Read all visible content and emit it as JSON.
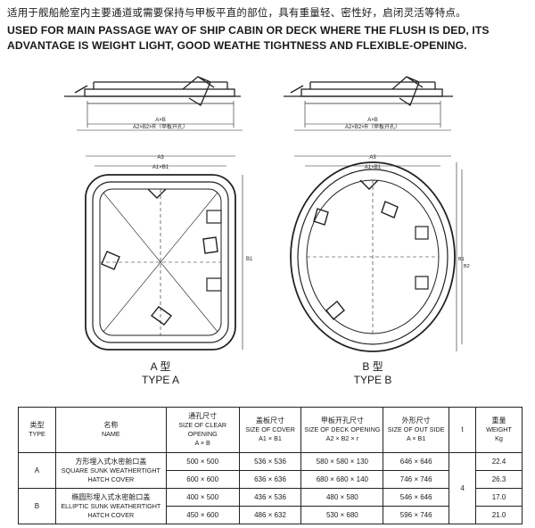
{
  "header": {
    "cn": "适用于舰船舱室内主要通道或需要保持与甲板平直的部位，具有重量轻、密性好，启闭灵活等特点。",
    "en": "USED FOR MAIN PASSAGE WAY OF SHIP CABIN OR DECK WHERE THE FLUSH IS DED, ITS ADVANTAGE IS WEIGHT LIGHT, GOOD WEATHE TIGHTNESS AND FLEXIBLE-OPENING."
  },
  "drawing_labels": {
    "dim_axb": "A×B",
    "dim_a2": "A2×B2×R（甲板开孔）",
    "dim_a3": "A3",
    "dim_a1b1": "A1×B1",
    "dim_b1": "B1",
    "dim_b2": "B2"
  },
  "type_a": {
    "cn": "A 型",
    "en": "TYPE A"
  },
  "type_b": {
    "cn": "B 型",
    "en": "TYPE B"
  },
  "table": {
    "headers": [
      {
        "cn": "类型",
        "en": "TYPE"
      },
      {
        "cn": "名称",
        "en": "NAME"
      },
      {
        "cn": "通孔尺寸",
        "en": "SIZE OF CLEAR OPENING",
        "sub": "A × B"
      },
      {
        "cn": "盖板尺寸",
        "en": "SIZE OF COVER",
        "sub": "A1 × B1"
      },
      {
        "cn": "甲板开孔尺寸",
        "en": "SIZE OF DECK OPENING",
        "sub": "A2 × B2 × r"
      },
      {
        "cn": "外形尺寸",
        "en": "SIZE OF OUT SIDE",
        "sub": "A × B1"
      },
      {
        "cn": "t",
        "en": ""
      },
      {
        "cn": "重量",
        "en": "WEIGHT",
        "sub": "Kg"
      }
    ],
    "groups": [
      {
        "type": "A",
        "name_cn": "方形埋入式水密舱口盖",
        "name_en": "SQUARE SUNK WEATHERTIGHT HATCH COVER",
        "rows": [
          [
            "500 × 500",
            "536 × 536",
            "580 × 580 × 130",
            "646 × 646",
            "22.4"
          ],
          [
            "600 × 600",
            "636 × 636",
            "680 × 680 × 140",
            "746 × 746",
            "26.3"
          ]
        ]
      },
      {
        "type": "B",
        "name_cn": "椭圆形埋入式水密舱口盖",
        "name_en": "ELLIPTIC SUNK WEATHERTIGHT HATCH COVER",
        "rows": [
          [
            "400 × 500",
            "436 × 536",
            "480 × 580",
            "546 × 646",
            "17.0"
          ],
          [
            "450 × 600",
            "486 × 632",
            "530 × 680",
            "596 × 746",
            "21.0"
          ]
        ]
      }
    ],
    "t_value": "4"
  }
}
